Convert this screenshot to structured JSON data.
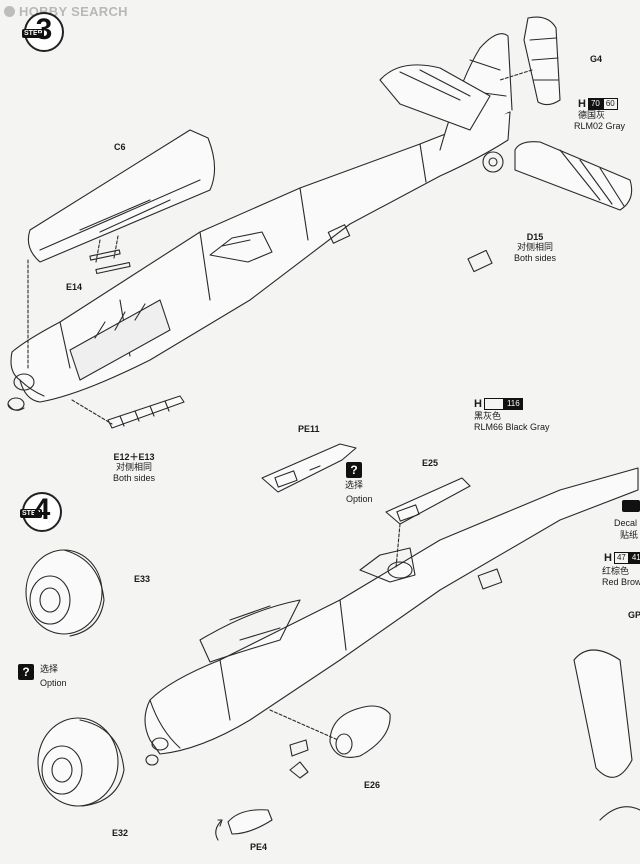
{
  "watermark": "HOBBY SEARCH",
  "steps": [
    {
      "number": "3",
      "word": "STEP"
    },
    {
      "number": "4",
      "word": "STEP"
    }
  ],
  "parts": {
    "g4": "G4",
    "c6": "C6",
    "d15": "D15",
    "d15_cn": "对侧相同",
    "d15_en": "Both sides",
    "e14": "E14",
    "e12_e13": "E12＋E13",
    "e12_cn": "对侧相同",
    "e12_en": "Both sides",
    "pe11": "PE11",
    "e25": "E25",
    "e33": "E33",
    "e32": "E32",
    "e26": "E26",
    "pe4": "PE4"
  },
  "colors": {
    "gray": {
      "h": "H",
      "codes": [
        "70",
        "60"
      ],
      "cn": "德国灰",
      "en": "RLM02 Gray"
    },
    "black_gray": {
      "h": "H",
      "codes": [
        "",
        "116"
      ],
      "cn": "黑灰色",
      "en": "RLM66 Black Gray"
    }
  },
  "options": {
    "top": {
      "mark": "?",
      "cn": "选择",
      "en": "Option"
    },
    "left": {
      "mark": "?",
      "cn": "选择",
      "en": "Option"
    }
  },
  "right_edge": {
    "decal_en": "Decal",
    "decal_cn": "贴纸",
    "h": "H",
    "codes": [
      "47",
      "41"
    ],
    "cn": "红棕色",
    "en": "Red Brow",
    "gp": "GP"
  }
}
